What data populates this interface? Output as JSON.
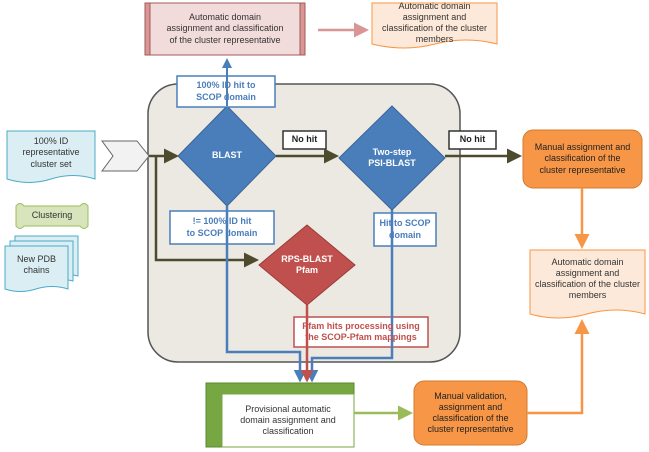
{
  "nodes": {
    "top_pink_box": "Automatic domain\nassignment and classification\nof the cluster representative",
    "top_right_doc": "Automatic domain\nassignment and\nclassification of the cluster\nmembers",
    "hit_100_top": "100% ID hit to\nSCOP domain",
    "input_doc": "100% ID\nrepresentative\ncluster set",
    "clustering": "Clustering",
    "new_pdb": "New PDB\nchains",
    "blast": "BLAST",
    "no_hit_1": "No hit",
    "psi_blast": "Two-step\nPSI-BLAST",
    "no_hit_2": "No hit",
    "manual_assign": "Manual assignment and\nclassification of the\ncluster representative",
    "not_100_hit": "!= 100% ID hit\nto SCOP domain",
    "rps_blast": "RPS-BLAST\nPfam",
    "hit_scop": "Hit to SCOP\ndomain",
    "right_doc": "Automatic domain\nassignment and\nclassification of the cluster\nmembers",
    "pfam_processing": "Pfam hits processing using\nthe SCOP-Pfam mappings",
    "provisional": "Provisional automatic\ndomain assignment and\nclassification",
    "manual_validation": "Manual validation,\nassignment and\nclassification of the\ncluster representative"
  },
  "colors": {
    "diamond_blue": "#4a7ebb",
    "rps_red": "#c0504d",
    "pink": "#d99694",
    "orange": "#f79646",
    "green": "#77a743",
    "light_green": "#d7e4bc",
    "light_blue": "#dbeef4",
    "peach": "#fde9d9",
    "panel": "#ece9e2"
  }
}
